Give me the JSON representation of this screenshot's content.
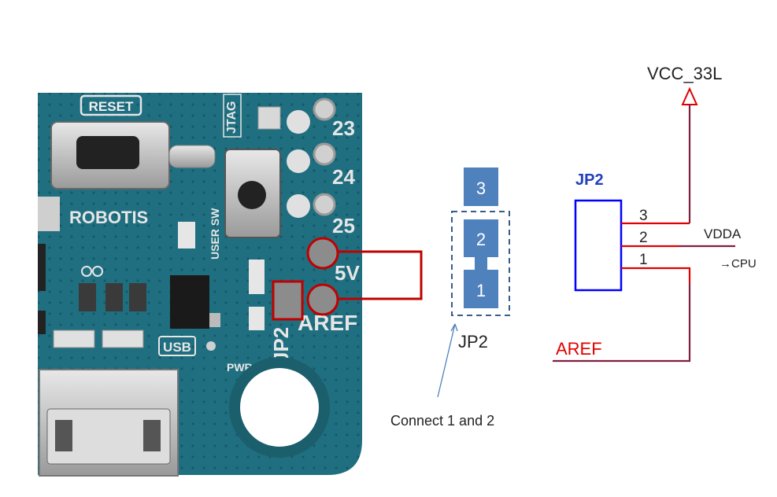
{
  "board": {
    "labels": {
      "reset": "RESET",
      "jtag": "JTAG",
      "brand": "ROBOTIS",
      "user_sw": "USER SW",
      "usb": "USB",
      "pwr": "PWR",
      "jp2": "JP2",
      "aref": "AREF",
      "pin_23": "23",
      "pin_24": "24",
      "pin_25": "25",
      "pin_5v": "5V"
    }
  },
  "jumper_diagram": {
    "pins": [
      "3",
      "2",
      "1"
    ],
    "label": "JP2",
    "instruction": "Connect 1 and 2"
  },
  "schematic": {
    "vcc_label": "VCC_33L",
    "component": "JP2",
    "pin_numbers": [
      "3",
      "2",
      "1"
    ],
    "vdda_label": "VDDA",
    "cpu_label": "→CPU",
    "aref_label": "AREF"
  },
  "colors": {
    "pcb": "#1f6f80",
    "highlight_red": "#c00000",
    "jumper_blue": "#4f81bd",
    "schematic_blue": "#0000ff",
    "net_maroon": "#7f1f3f"
  }
}
